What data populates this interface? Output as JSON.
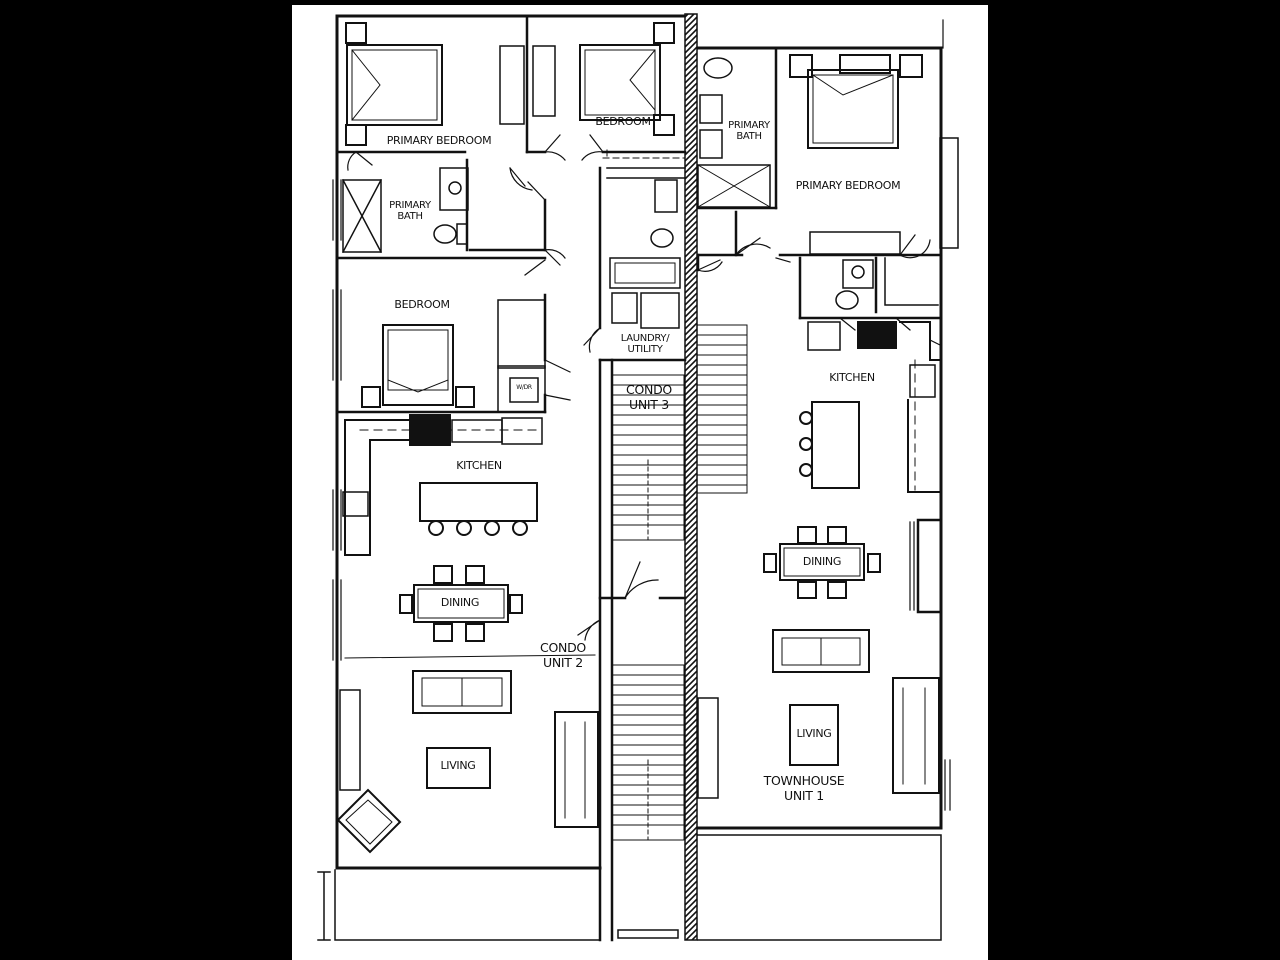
{
  "rooms": {
    "unit2_primary_bedroom": "PRIMARY BEDROOM",
    "unit2_bedroom_top": "BEDROOM",
    "unit2_primary_bath": "PRIMARY\nBATH",
    "unit2_bedroom": "BEDROOM",
    "unit2_kitchen": "KITCHEN",
    "unit2_dining": "DINING",
    "unit2_living": "LIVING",
    "unit1_primary_bath": "PRIMARY\nBATH",
    "unit1_primary_bedroom": "PRIMARY BEDROOM",
    "unit1_kitchen": "KITCHEN",
    "unit1_dining": "DINING",
    "unit1_living": "LIVING",
    "laundry": "LAUNDRY/\nUTILITY"
  },
  "units": {
    "unit2": "CONDO\nUNIT 2",
    "unit3": "CONDO\nUNIT 3",
    "unit1": "TOWNHOUSE\nUNIT 1"
  },
  "appliances": {
    "washer_dryer_label": "W/DR"
  },
  "colors": {
    "background": "#000000",
    "paper": "#ffffff",
    "ink": "#111111"
  }
}
